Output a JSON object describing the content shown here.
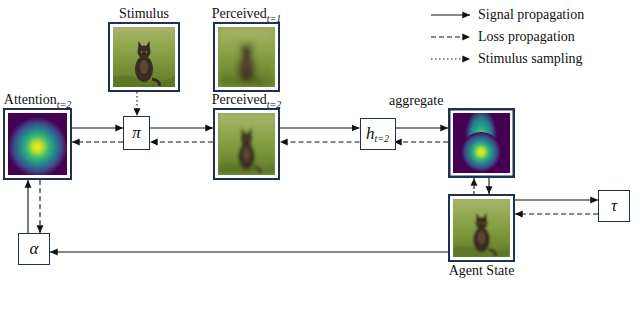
{
  "diagram": {
    "nodes": [
      {
        "text": [
          "Stimulus"
        ]
      },
      {
        "text": [
          "Perceived",
          "t=1"
        ]
      },
      {
        "text": [
          "Attention",
          "t=2"
        ]
      },
      {
        "text": [
          "π"
        ]
      },
      {
        "text": [
          "Perceived",
          "t=2"
        ]
      },
      {
        "text": [
          "h",
          "t=2"
        ]
      },
      {
        "text": [
          "Agent State"
        ]
      },
      {
        "text": [
          "τ"
        ]
      },
      {
        "text": [
          "α"
        ]
      }
    ],
    "edges": [
      {
        "from": 2,
        "to": 3,
        "arrow": "to"
      },
      {
        "from": 3,
        "to": 2,
        "arrow": "to"
      },
      {
        "from": 0,
        "to": 3,
        "arrow": "to"
      },
      {
        "from": 3,
        "to": 4,
        "arrow": "to"
      },
      {
        "from": 4,
        "to": 3,
        "arrow": "to"
      },
      {
        "from": 4,
        "to": 5,
        "arrow": "to"
      },
      {
        "from": 5,
        "to": 4,
        "arrow": "to"
      },
      {
        "from": 6,
        "to": 7,
        "arrow": "to"
      },
      {
        "from": 7,
        "to": 6,
        "arrow": "to"
      },
      {
        "from": 6,
        "to": 8,
        "arrow": "to"
      },
      {
        "from": 8,
        "to": 2,
        "arrow": "to"
      },
      {
        "from": 2,
        "to": 8,
        "arrow": "to"
      }
    ],
    "labels": [
      "aggregate"
    ],
    "legend": [
      {
        "text": "Signal propagation"
      },
      {
        "text": "Loss propagation"
      },
      {
        "text": "Stimulus sampling"
      }
    ]
  }
}
